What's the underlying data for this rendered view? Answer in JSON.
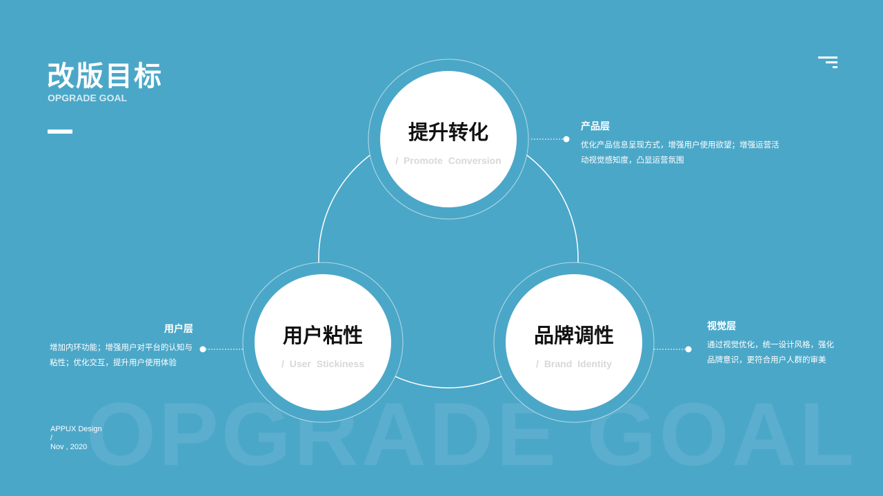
{
  "header": {
    "title": "改版目标",
    "subtitle": "OPGRADE GOAL"
  },
  "watermark": "OPGRADE GOAL",
  "credit": {
    "line1": "APPUX Design",
    "line2": "/",
    "line3": "Nov , 2020"
  },
  "nodes": [
    {
      "title": "提升转化",
      "subtitle": "/  Promote  Conversion"
    },
    {
      "title": "用户粘性",
      "subtitle": "/  User  Stickiness"
    },
    {
      "title": "品牌调性",
      "subtitle": "/  Brand  Identity"
    }
  ],
  "descriptions": [
    {
      "heading": "产品层",
      "text": "优化产品信息呈现方式，增强用户使用欲望；增强运营活动视觉感知度，凸显运营氛围"
    },
    {
      "heading": "用户层",
      "text": "增加内环功能；增强用户对平台的认知与粘性；优化交互，提升用户使用体验"
    },
    {
      "heading": "视觉层",
      "text": "通过视觉优化，统一设计风格，强化品牌意识，更符合用户人群的审美"
    }
  ],
  "colors": {
    "background": "#4ba7c8",
    "node": "#ffffff"
  },
  "icons": {
    "menu": "menu-icon"
  }
}
